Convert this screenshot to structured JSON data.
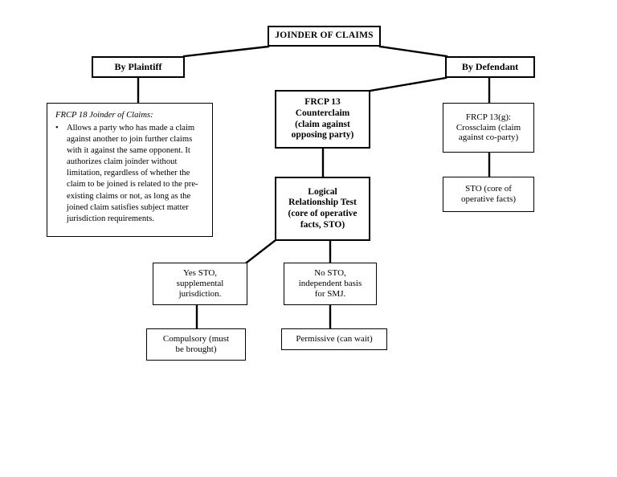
{
  "diagram": {
    "title": "JOINDER OF CLAIMS",
    "type": "flowchart",
    "background_color": "#ffffff",
    "line_color": "#000000",
    "nodes": {
      "title": {
        "label": "JOINDER OF CLAIMS"
      },
      "by_plaintiff": {
        "label": "By Plaintiff"
      },
      "by_defendant": {
        "label": "By Defendant"
      },
      "frcp18": {
        "heading": "FRCP 18 Joinder of Claims:",
        "bullet_marker": "•",
        "bullet_text": "Allows a party who has made a claim against another to join further claims with it against the same opponent. It authorizes claim joinder without limitation, regardless of whether the claim to be joined is related to the pre-existing claims or not, as long as the joined claim satisfies subject matter jurisdiction requirements."
      },
      "frcp13": {
        "label": "FRCP 13\nCounterclaim\n(claim against\nopposing party)"
      },
      "frcp13g": {
        "label": "FRCP 13(g):\nCrossclaim (claim\nagainst co-party)"
      },
      "sto_right": {
        "label": "STO (core of\noperative facts)"
      },
      "logical_test": {
        "label": "Logical\nRelationship Test\n(core of operative\nfacts, STO)"
      },
      "yes_sto": {
        "label": "Yes STO,\nsupplemental\njurisdiction."
      },
      "no_sto": {
        "label": "No STO,\nindependent basis\nfor SMJ."
      },
      "compulsory": {
        "label": "Compulsory (must\nbe brought)"
      },
      "permissive": {
        "label": "Permissive (can wait)"
      }
    }
  }
}
